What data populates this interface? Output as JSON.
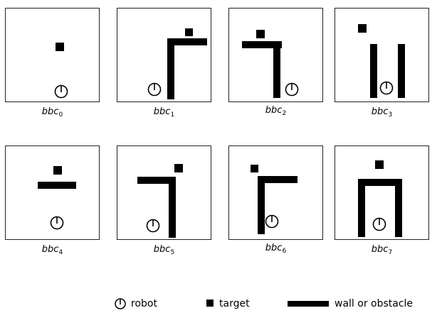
{
  "panels": [
    {
      "label": "bbc",
      "sub": "0"
    },
    {
      "label": "bbc",
      "sub": "1"
    },
    {
      "label": "bbc",
      "sub": "2"
    },
    {
      "label": "bbc",
      "sub": "3"
    },
    {
      "label": "bbc",
      "sub": "4"
    },
    {
      "label": "bbc",
      "sub": "5"
    },
    {
      "label": "bbc",
      "sub": "6"
    },
    {
      "label": "bbc",
      "sub": "7"
    }
  ],
  "legend": {
    "robot": "robot",
    "target": "target",
    "wall": "wall or obstacle"
  }
}
